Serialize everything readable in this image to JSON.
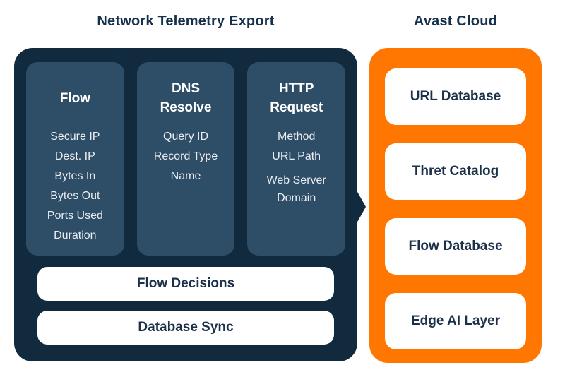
{
  "titles": {
    "telemetry": "Network Telemetry Export",
    "cloud": "Avast Cloud"
  },
  "telemetry": {
    "columns": [
      {
        "heading": "Flow",
        "items": [
          "Secure IP",
          "Dest. IP",
          "Bytes In",
          "Bytes Out",
          "Ports Used",
          "Duration"
        ]
      },
      {
        "heading": "DNS Resolve",
        "items": [
          "Query ID",
          "Record Type",
          "Name"
        ]
      },
      {
        "heading": "HTTP Request",
        "items": [
          "Method",
          "URL Path",
          "Web Server Domain"
        ]
      }
    ],
    "bars": [
      {
        "label": "Flow Decisions"
      },
      {
        "label": "Database Sync"
      }
    ]
  },
  "cloud": {
    "boxes": [
      {
        "label": "URL Database"
      },
      {
        "label": "Thret Catalog"
      },
      {
        "label": "Flow Database"
      },
      {
        "label": "Edge AI Layer"
      }
    ]
  },
  "colors": {
    "panel_dark": "#112a3d",
    "column_blue": "#2e4d66",
    "orange": "#ff7700",
    "title_text": "#15314b",
    "box_text": "#1c3049",
    "item_text": "#e9edf1",
    "box_bg": "#ffffff"
  }
}
